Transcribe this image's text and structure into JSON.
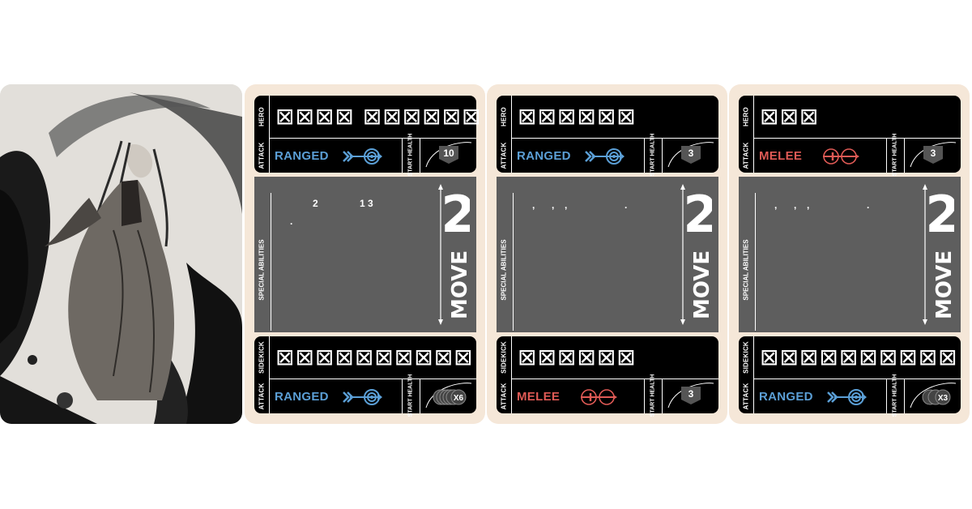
{
  "cards": [
    {
      "hero_label": "HERO",
      "hero_name": "⊠⊠⊠⊠ ⊠⊠⊠⊠⊠⊠",
      "attack_label": "ATTACK",
      "hero_attack": "RANGED",
      "hero_attack_icon": "ranged-arrow-target-icon",
      "start_health_label": "START HEALTH",
      "hero_health": "10",
      "special_label": "SPECIAL ABILITIES",
      "special_fragments": [
        "2",
        "1 3",
        "."
      ],
      "move_label": "MOVE",
      "move_value": "2",
      "sidekick_label": "SIDEKICK",
      "sidekick_name": "⊠⊠⊠⊠⊠⊠⊠⊠⊠⊠",
      "sidekick_attack": "RANGED",
      "sidekick_attack_icon": "ranged-arrow-target-icon",
      "sidekick_health": "X6"
    },
    {
      "hero_label": "HERO",
      "hero_name": "⊠⊠⊠⊠⊠⊠",
      "attack_label": "ATTACK",
      "hero_attack": "RANGED",
      "hero_attack_icon": "ranged-arrow-target-icon",
      "start_health_label": "START HEALTH",
      "hero_health": "3",
      "special_label": "SPECIAL ABILITIES",
      "special_fragments": [
        ",",
        ",",
        ",",
        "."
      ],
      "move_label": "MOVE",
      "move_value": "2",
      "sidekick_label": "SIDEKICK",
      "sidekick_name": "⊠⊠⊠⊠⊠⊠",
      "sidekick_attack": "MELEE",
      "sidekick_attack_icon": "melee-sword-icon",
      "sidekick_health": "3"
    },
    {
      "hero_label": "HERO",
      "hero_name": "⊠⊠⊠",
      "attack_label": "ATTACK",
      "hero_attack": "MELEE",
      "hero_attack_icon": "melee-sword-icon",
      "start_health_label": "START HEALTH",
      "hero_health": "3",
      "special_label": "SPECIAL ABILITIES",
      "special_fragments": [
        ",",
        ",",
        ",",
        "."
      ],
      "move_label": "MOVE",
      "move_value": "2",
      "sidekick_label": "SIDEKICK",
      "sidekick_name": "⊠⊠⊠⊠⊠⊠⊠⊠⊠⊠",
      "sidekick_attack": "RANGED",
      "sidekick_attack_icon": "ranged-arrow-target-icon",
      "sidekick_health": "X3"
    }
  ],
  "colors": {
    "card_bg": "#f5e7d8",
    "panel": "#000000",
    "abilities_bg": "#5e5e5e",
    "ranged": "#5b9fd6",
    "melee": "#df5a55"
  }
}
